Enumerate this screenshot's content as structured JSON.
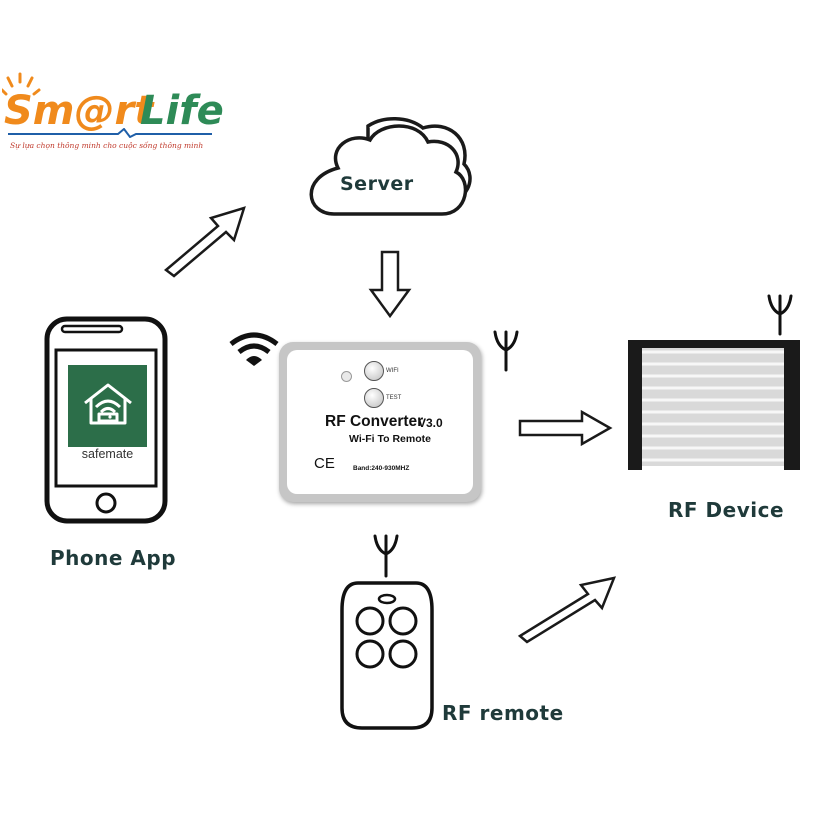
{
  "logo": {
    "smart": "Sm@rt",
    "life": "Life",
    "tagline": "Sự lựa chọn thông minh cho cuộc sống thông minh",
    "colors": {
      "orange": "#f08a1c",
      "green": "#2e8b57",
      "blue": "#1f5fa8",
      "red": "#c0392b"
    }
  },
  "server": {
    "label": "Server"
  },
  "phone": {
    "app_name": "safemate",
    "label": "Phone App",
    "app_color": "#2c6e49"
  },
  "converter": {
    "title": "RF Converter",
    "version": "V3.0",
    "subtitle": "Wi-Fi To Remote",
    "ce_mark": "CE",
    "band": "Band:240-930MHZ",
    "wifi_button": "WIFI",
    "test_button": "TEST"
  },
  "rf_device": {
    "label": "RF Device"
  },
  "rf_remote": {
    "label": "RF remote"
  }
}
